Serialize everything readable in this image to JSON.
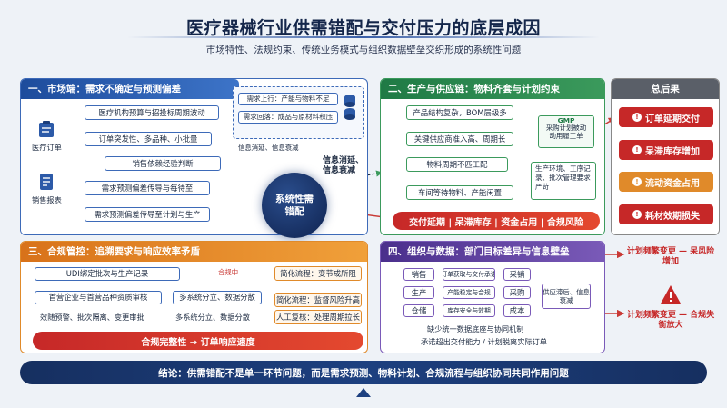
{
  "header": {
    "title": "医疗器械行业供需错配与交付压力的底层成因",
    "subtitle": "市场特性、法规约束、传统业务模式与组织数据壁垒交织形成的系统性问题"
  },
  "market": {
    "title": "一、市场端：需求不确定与预测偏差",
    "order_label": "医疗订单",
    "report_label": "销售报表",
    "steps": [
      "医疗机构预算与招投标周期波动",
      "订单突发性、多品种、小批量",
      "销售依赖经验判断",
      "需求预测偏差传导与每待至",
      "需求预测偏差传导至计划与生产"
    ],
    "note_a": "需求上行：产能与物料不足",
    "note_b": "需求回落：成品与原材料积压",
    "note_caption": "信息消延、信息衰减"
  },
  "center": {
    "label": "系统性需错配",
    "info_label": "信息消延、信息衰减"
  },
  "production": {
    "title": "二、生产与供应链：物料齐套与计划约束",
    "steps": [
      "产品结构复杂，BOM层级多",
      "关键供应商准入高、周期长",
      "物料周期不匹工配",
      "车间等待物料、产能闲置"
    ],
    "gmp_title": "GMP",
    "gmp_text": "采购计划被动 动用履工单",
    "env_text": "生产环境、工序记录、批次管理要求严苛",
    "bar": "交付延期 | 呆滞库存 | 资金占用 | 合规风险"
  },
  "compliance": {
    "title": "三、合规管控：追溯要求与响应效率矛盾",
    "udi": "UDI绑定批次与生产记录",
    "dept_a": "首营企业与首营品种资质审核",
    "caption": "效随预警、批次隔离、变更审批",
    "multi_a": "多系统分立、数据分散",
    "multi_b": "多系统分立、数据分散",
    "mid_label": "合规中",
    "right_a": "简化流程：变节成所阻",
    "right_b": "简化流程：监督风险升高",
    "right_c": "人工复核：处理周期拉长",
    "bar": "合规完整性  →  订单响应速度"
  },
  "organization": {
    "title": "四、组织与数据：部门目标差异与信息壁垒",
    "depts": [
      "销售",
      "生产",
      "仓储"
    ],
    "mid": [
      "订单获取与交付承诺",
      "产能稳定与合规",
      "库存安全与效期"
    ],
    "right": [
      "采销",
      "采购",
      "成本"
    ],
    "result": "供应滞后、信息衰减",
    "line_a": "缺少统一数据底座与协同机制",
    "line_b": "承诺超出交付能力  /  计划脱离实际订单"
  },
  "consequences": {
    "title": "总后果",
    "items": [
      "订单延期交付",
      "呆滞库存增加",
      "流动资金占用",
      "耗材效期损失"
    ],
    "risk_a": "计划频繁变更 — 呆风险增加",
    "risk_b": "计划频繁变更 — 合规失衡放大"
  },
  "conclusion": "结论：供需错配不是单一环节问题，而是需求预测、物料计划、合规流程与组织协同共同作用问题"
}
